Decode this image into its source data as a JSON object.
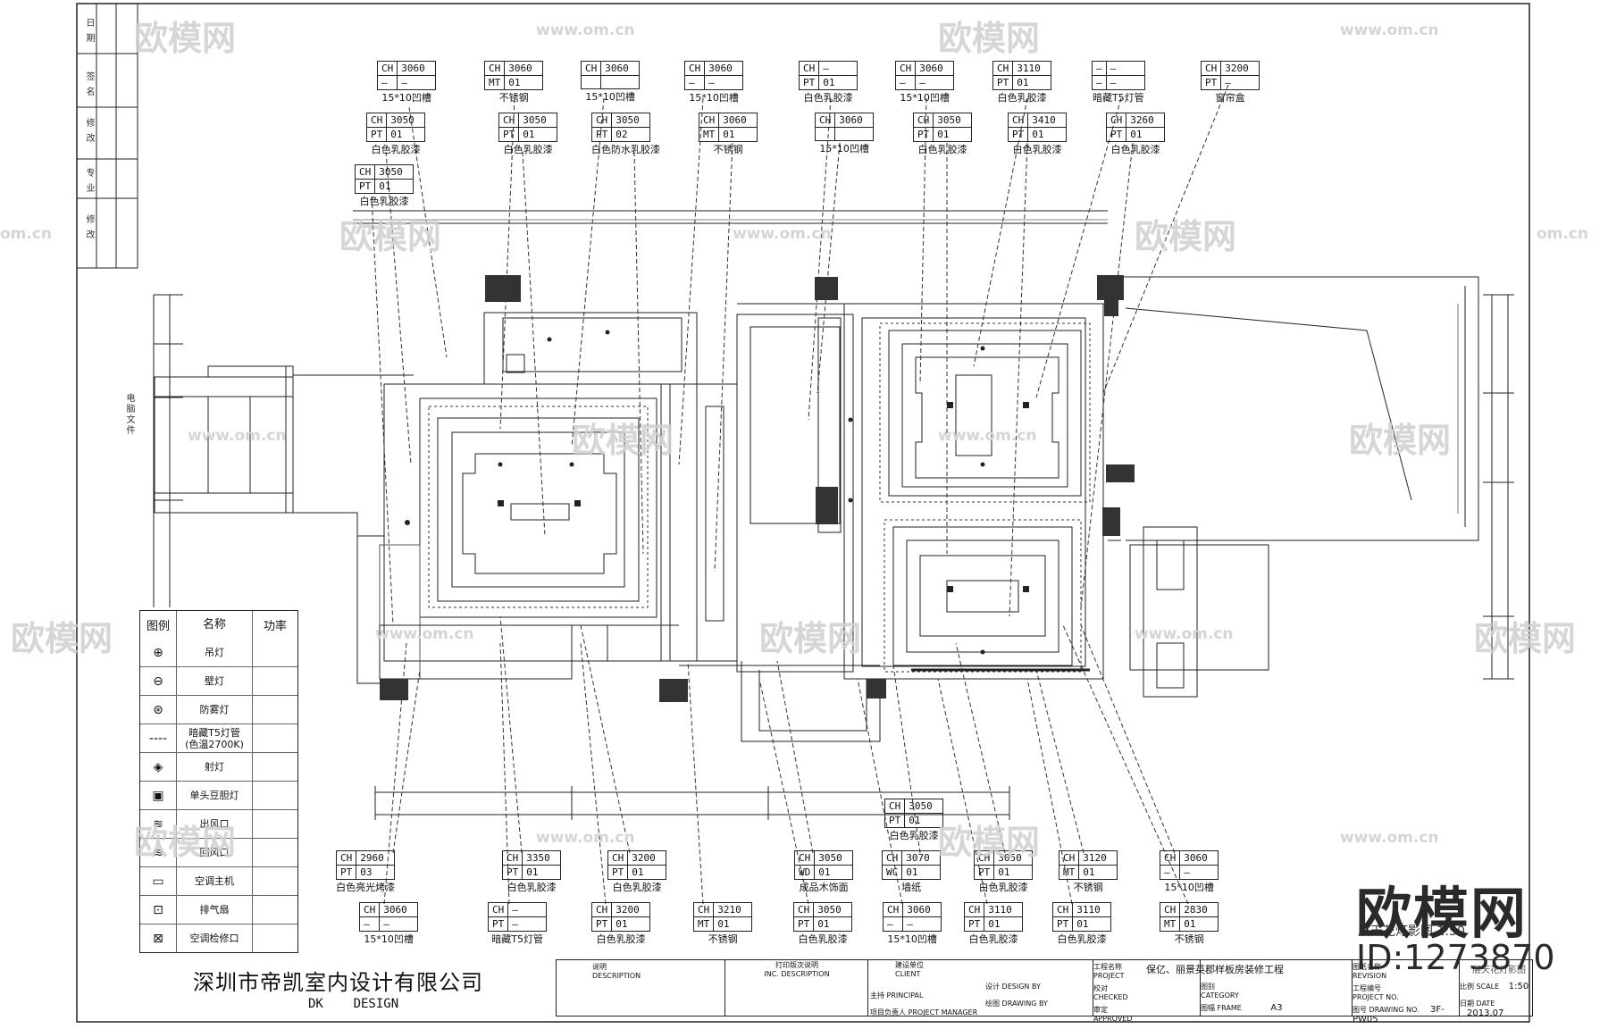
{
  "company": {
    "name_cn": "深圳市帝凯室内设计有限公司",
    "name_en": "DK    DESIGN"
  },
  "side_labels": [
    "日 期",
    "签 名",
    "修 改",
    "专 业",
    "修 改"
  ],
  "top_tags": [
    {
      "code1": "CH",
      "val1": "3060",
      "code2": "—",
      "val2": "—",
      "desc": "15*10凹槽"
    },
    {
      "code1": "CH",
      "val1": "3060",
      "code2": "MT",
      "val2": "01",
      "desc": "不锈钢"
    },
    {
      "code1": "CH",
      "val1": "3060",
      "code2": "",
      "val2": "",
      "desc": "15*10凹槽"
    },
    {
      "code1": "CH",
      "val1": "3060",
      "code2": "—",
      "val2": "—",
      "desc": "15*10凹槽"
    },
    {
      "code1": "CH",
      "val1": "—",
      "code2": "PT",
      "val2": "01",
      "desc": "白色乳胶漆"
    },
    {
      "code1": "CH",
      "val1": "3060",
      "code2": "—",
      "val2": "—",
      "desc": "15*10凹槽"
    },
    {
      "code1": "CH",
      "val1": "3110",
      "code2": "PT",
      "val2": "01",
      "desc": "白色乳胶漆"
    },
    {
      "code1": "—",
      "val1": "—",
      "code2": "—",
      "val2": "—",
      "desc": "暗藏T5灯管"
    },
    {
      "code1": "CH",
      "val1": "3200",
      "code2": "PT",
      "val2": "—",
      "desc": "窗帘盒"
    }
  ],
  "mid_tags": [
    {
      "code1": "CH",
      "val1": "3050",
      "code2": "PT",
      "val2": "01",
      "desc": "白色乳胶漆"
    },
    {
      "code1": "CH",
      "val1": "3050",
      "code2": "PT",
      "val2": "01",
      "desc": "白色乳胶漆"
    },
    {
      "code1": "CH",
      "val1": "3050",
      "code2": "PT",
      "val2": "02",
      "desc": "白色防水乳胶漆"
    },
    {
      "code1": "CH",
      "val1": "3060",
      "code2": "MT",
      "val2": "01",
      "desc": "不锈钢"
    },
    {
      "code1": "CH",
      "val1": "3060",
      "code2": "",
      "val2": "",
      "desc": "15*10凹槽"
    },
    {
      "code1": "CH",
      "val1": "3050",
      "code2": "PT",
      "val2": "01",
      "desc": "白色乳胶漆"
    },
    {
      "code1": "CH",
      "val1": "3410",
      "code2": "PT",
      "val2": "01",
      "desc": "白色乳胶漆"
    },
    {
      "code1": "CH",
      "val1": "3260",
      "code2": "PT",
      "val2": "01",
      "desc": "白色乳胶漆"
    }
  ],
  "third_tag": {
    "code1": "CH",
    "val1": "3050",
    "code2": "PT",
    "val2": "01",
    "desc": "白色乳胶漆"
  },
  "center_bottom_tag": {
    "code1": "CH",
    "val1": "3050",
    "code2": "PT",
    "val2": "01",
    "desc": "白色乳胶漆"
  },
  "bottom_tags_row1": [
    {
      "code1": "CH",
      "val1": "2960",
      "code2": "PT",
      "val2": "03",
      "desc": "白色亮光烤漆"
    },
    {
      "code1": "CH",
      "val1": "3350",
      "code2": "PT",
      "val2": "01",
      "desc": "白色乳胶漆"
    },
    {
      "code1": "CH",
      "val1": "3200",
      "code2": "PT",
      "val2": "01",
      "desc": "白色乳胶漆"
    },
    {
      "code1": "CH",
      "val1": "3050",
      "code2": "WD",
      "val2": "01",
      "desc": "成品木饰面"
    },
    {
      "code1": "CH",
      "val1": "3070",
      "code2": "WC",
      "val2": "01",
      "desc": "墙纸"
    },
    {
      "code1": "CH",
      "val1": "3050",
      "code2": "PT",
      "val2": "01",
      "desc": "白色乳胶漆"
    },
    {
      "code1": "CH",
      "val1": "3120",
      "code2": "MT",
      "val2": "01",
      "desc": "不锈钢"
    },
    {
      "code1": "CH",
      "val1": "3060",
      "code2": "—",
      "val2": "—",
      "desc": "15*10凹槽"
    }
  ],
  "bottom_tags_row2": [
    {
      "code1": "CH",
      "val1": "3060",
      "code2": "—",
      "val2": "—",
      "desc": "15*10凹槽"
    },
    {
      "code1": "CH",
      "val1": "—",
      "code2": "PT",
      "val2": "—",
      "desc": "暗藏T5灯管"
    },
    {
      "code1": "CH",
      "val1": "3200",
      "code2": "PT",
      "val2": "01",
      "desc": "白色乳胶漆"
    },
    {
      "code1": "CH",
      "val1": "3210",
      "code2": "MT",
      "val2": "01",
      "desc": "不锈钢"
    },
    {
      "code1": "CH",
      "val1": "3050",
      "code2": "PT",
      "val2": "01",
      "desc": "白色乳胶漆"
    },
    {
      "code1": "CH",
      "val1": "3060",
      "code2": "—",
      "val2": "—",
      "desc": "15*10凹槽"
    },
    {
      "code1": "CH",
      "val1": "3110",
      "code2": "PT",
      "val2": "01",
      "desc": "白色乳胶漆"
    },
    {
      "code1": "CH",
      "val1": "3110",
      "code2": "PT",
      "val2": "01",
      "desc": "白色乳胶漆"
    },
    {
      "code1": "CH",
      "val1": "2830",
      "code2": "MT",
      "val2": "01",
      "desc": "不锈钢"
    }
  ],
  "legend": {
    "headers": {
      "symbol": "图例",
      "name": "名称",
      "power": "功率"
    },
    "rows": [
      {
        "symbol": "⊕",
        "name": "吊灯"
      },
      {
        "symbol": "⊖",
        "name": "壁灯"
      },
      {
        "symbol": "⊛",
        "name": "防雾灯"
      },
      {
        "symbol": "----",
        "name": "暗藏T5灯管\n(色温2700K)"
      },
      {
        "symbol": "◈",
        "name": "射灯"
      },
      {
        "symbol": "▣",
        "name": "单头豆胆灯"
      },
      {
        "symbol": "≋",
        "name": "出风口"
      },
      {
        "symbol": "≋",
        "name": "回风口"
      },
      {
        "symbol": "▭",
        "name": "空调主机"
      },
      {
        "symbol": "⊡",
        "name": "排气扇"
      },
      {
        "symbol": "⊠",
        "name": "空调检修口"
      }
    ]
  },
  "drawing_title": "层天花灯影图 1:50",
  "side_note": "电脑文件",
  "titleblock": {
    "notes_cn": "说明",
    "notes_en": "DESCRIPTION",
    "revision_cn": "打印版次说明",
    "revision_en": "INC. DESCRIPTION",
    "client_cn": "建设单位",
    "client_en": "CLIENT",
    "principal_cn": "主持",
    "principal_en": "PRINCIPAL",
    "pm_cn": "项目负责人",
    "pm_en": "PROJECT MANAGER",
    "design_cn": "设计",
    "design_en": "DESIGN BY",
    "drawing_cn": "绘图",
    "drawing_en": "DRAWING BY",
    "checked_cn": "校对",
    "checked_en": "CHECKED",
    "approved_cn": "审定",
    "approved_en": "APPROVED",
    "project_cn": "工程名称",
    "project_en": "PROJECT",
    "project_name": "保亿、丽景英郡样板房装修工程",
    "category_cn": "图别",
    "category_en": "CATEGORY",
    "frame_cn": "图幅",
    "frame_en": "FRAME",
    "frame_value": "A3",
    "revision2_cn": "图纸名称",
    "revision2_en": "REVISION",
    "project_no_cn": "工程编号",
    "project_no_en": "PROJECT NO.",
    "drawing_no_cn": "图号",
    "drawing_no_en": "DRAWING NO.",
    "drawing_no": "3F-PW05",
    "scale_cn": "比例",
    "scale_en": "SCALE",
    "scale": "1:50",
    "date_cn": "日期",
    "date_en": "DATE",
    "date": "2013.07",
    "sheet_title": "层天花灯影图"
  },
  "watermarks": {
    "logo_text": "欧模网",
    "url": "www.om.cn",
    "url_short": "om.cn",
    "id_text": "ID:1273870"
  }
}
